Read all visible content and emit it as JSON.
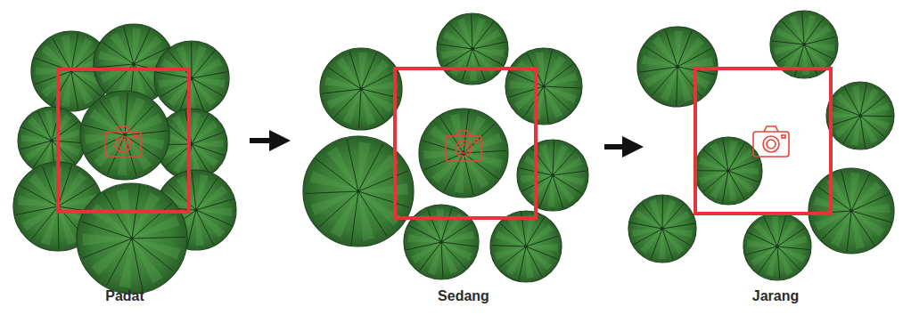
{
  "diagram": {
    "labels": [
      "Padat",
      "Sedang",
      "Jarang"
    ]
  }
}
